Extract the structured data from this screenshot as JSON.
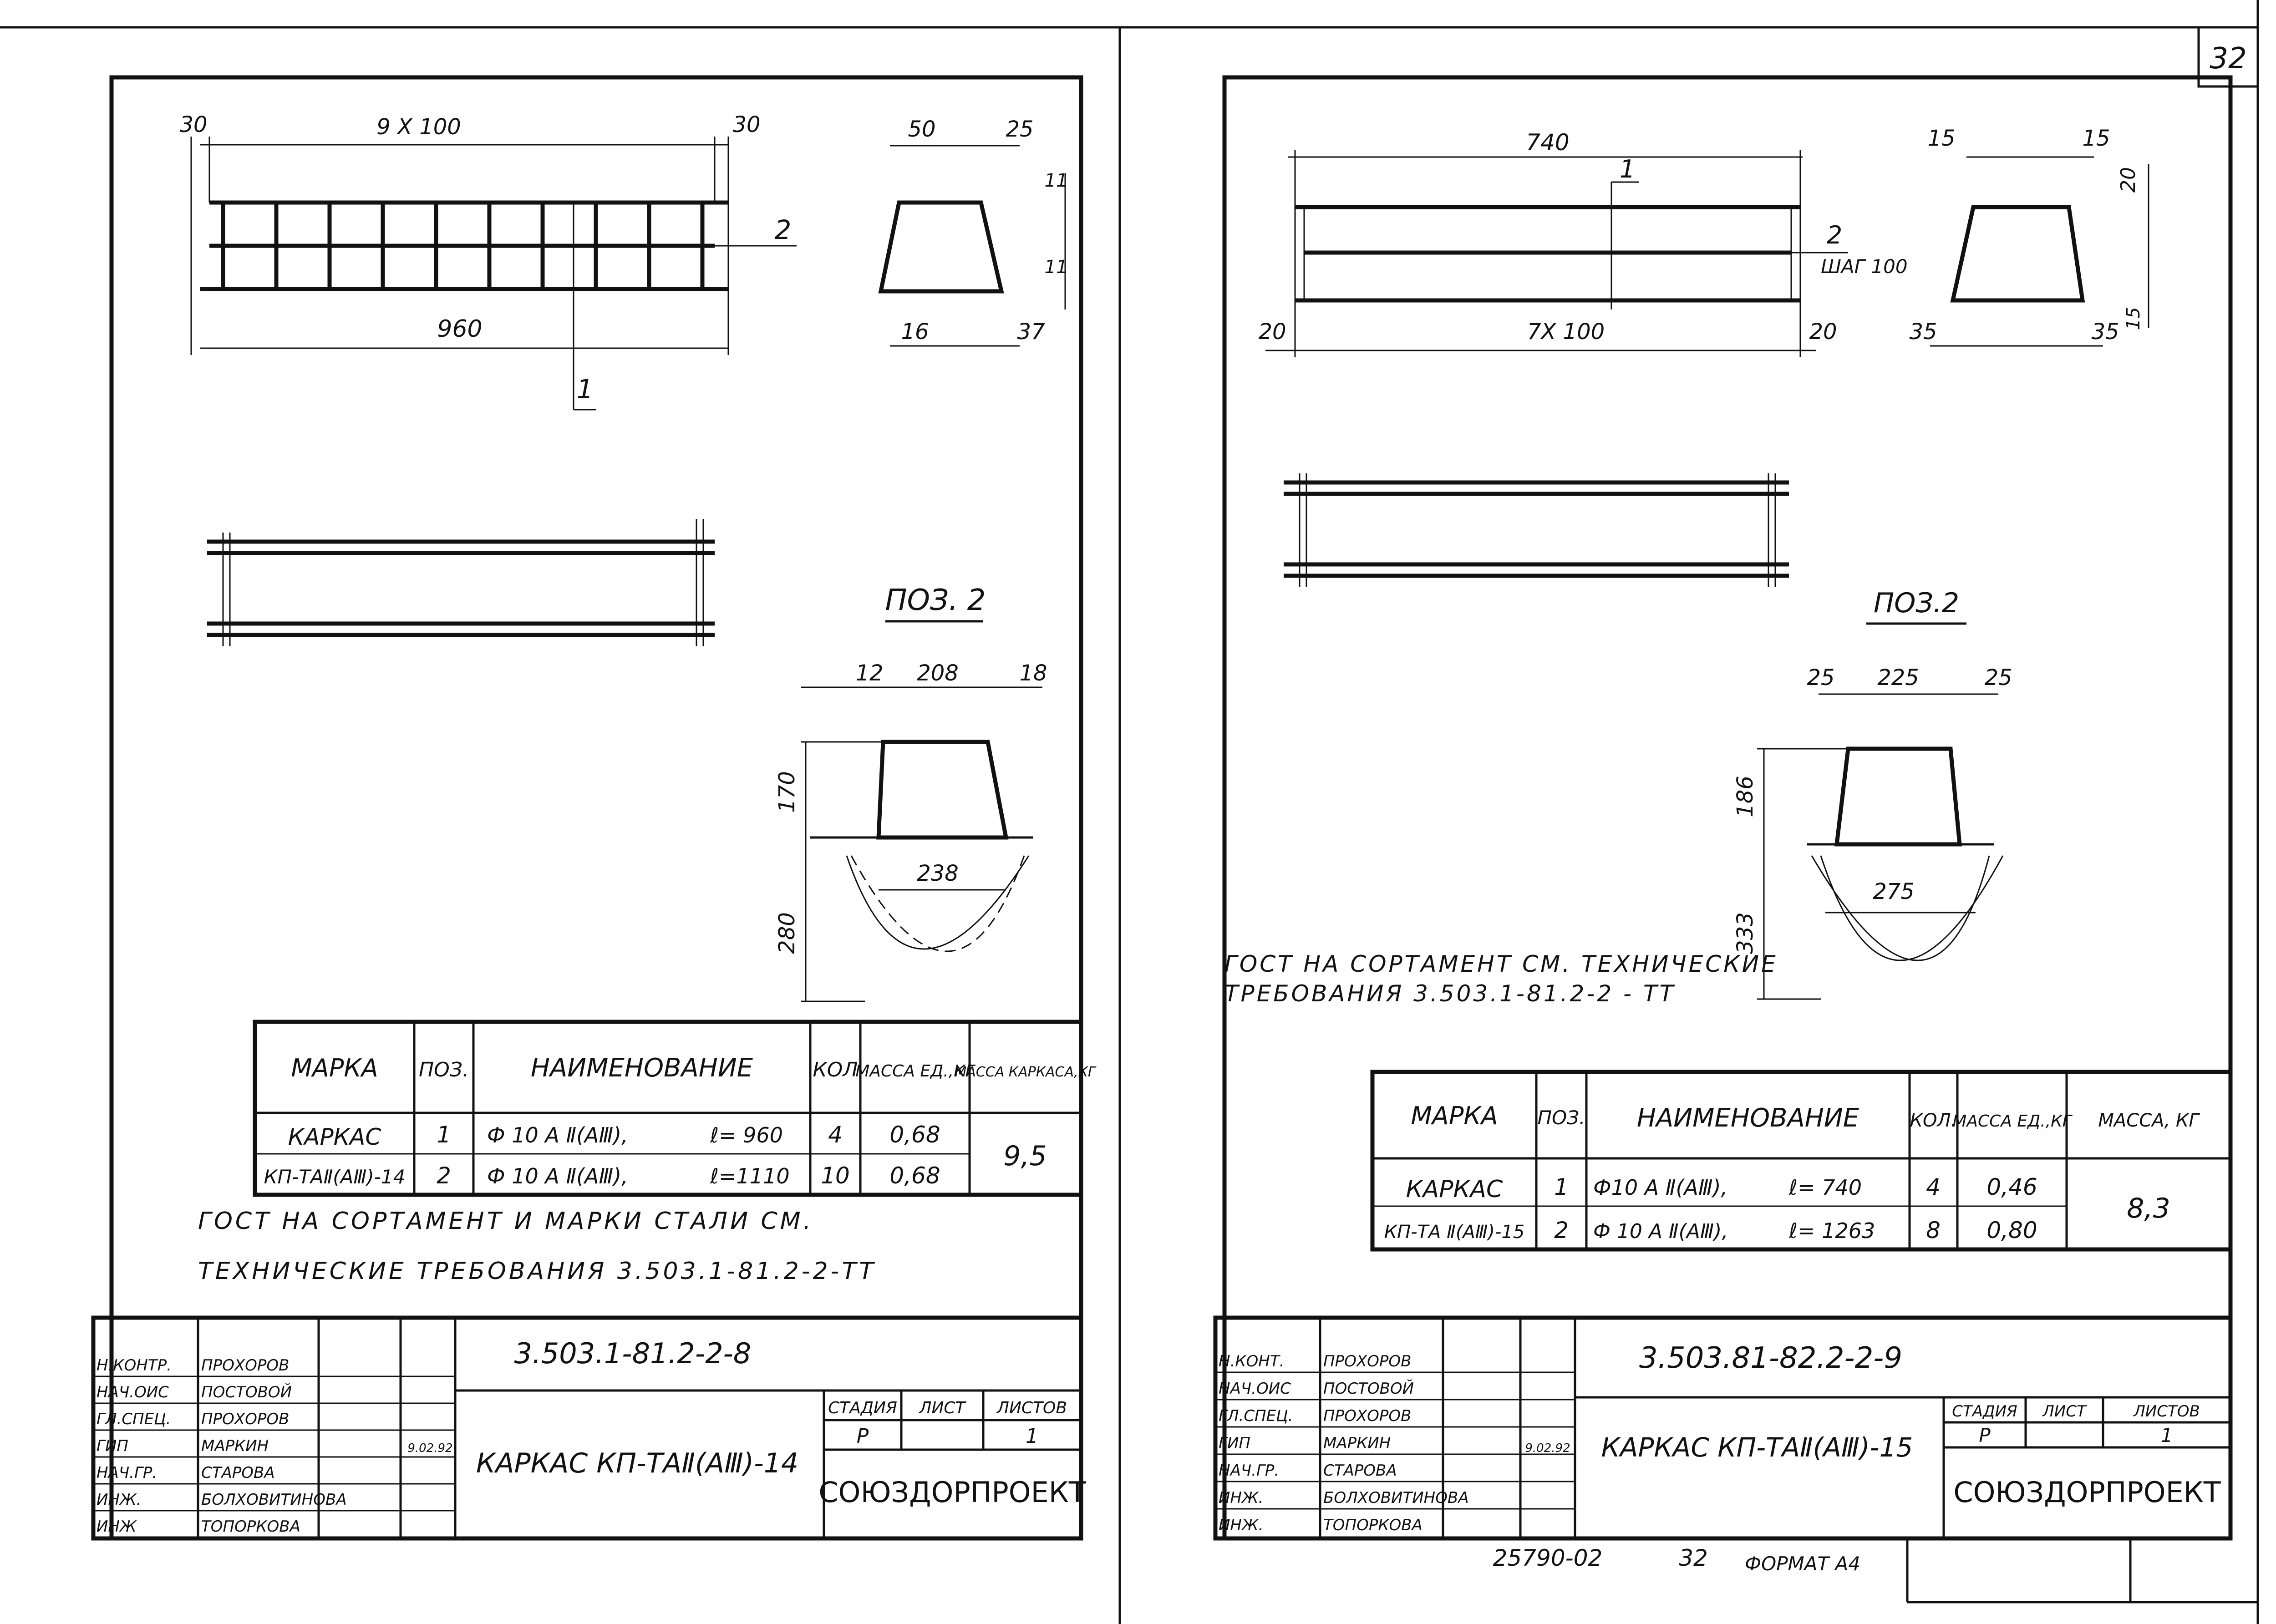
{
  "page_number": "32",
  "left": {
    "dims": {
      "d30a": "30",
      "d9x100": "9 X 100",
      "d30b": "30",
      "d960": "960",
      "d50": "50",
      "d25": "25",
      "d11a": "11",
      "d11b": "11",
      "d16": "16",
      "d37": "37",
      "pos1": "1",
      "pos2": "2"
    },
    "poz_title": "ПОЗ. 2",
    "poz_dims": {
      "d12": "12",
      "d208": "208",
      "d18": "18",
      "d170": "170",
      "d238": "238",
      "d280": "280"
    },
    "table": {
      "headers": [
        "МАРКА",
        "ПОЗ.",
        "НАИМЕНОВАНИЕ",
        "КОЛ",
        "МАССА ЕД.,КГ",
        "МАССА КАРКАСА,КГ"
      ],
      "mark_line1": "КАРКАС",
      "mark_line2": "КП-ТАⅡ(АⅢ)-14",
      "rows": [
        {
          "pos": "1",
          "name": "Ф 10 А Ⅱ(АⅢ),",
          "len": "ℓ= 960",
          "qty": "4",
          "mass": "0,68"
        },
        {
          "pos": "2",
          "name": "Ф 10 А Ⅱ(АⅢ),",
          "len": "ℓ=1110",
          "qty": "10",
          "mass": "0,68"
        }
      ],
      "total": "9,5"
    },
    "note_line1": "ГОСТ НА СОРТАМЕНТ И МАРКИ СТАЛИ СМ.",
    "note_line2": "ТЕХНИЧЕСКИЕ ТРЕБОВАНИЯ 3.503.1-81.2-2-ТТ",
    "stamp": {
      "roles": [
        "Н.КОНТР.",
        "НАЧ.ОИС",
        "ГЛ.СПЕЦ.",
        "ГИП",
        "НАЧ.ГР.",
        "ИНЖ.",
        "ИНЖ"
      ],
      "names": [
        "ПРОХОРОВ",
        "ПОСТОВОЙ",
        "ПРОХОРОВ",
        "МАРКИН",
        "СТАРОВА",
        "БОЛХОВИТИНОВА",
        "ТОПОРКОВА"
      ],
      "date": "9.02.92",
      "code": "3.503.1-81.2-2-8",
      "title": "КАРКАС КП-ТАⅡ(АⅢ)-14",
      "stage_h": "СТАДИЯ",
      "sheet_h": "ЛИСТ",
      "sheets_h": "ЛИСТОВ",
      "stage": "Р",
      "sheets": "1",
      "org": "СОЮЗДОРПРОЕКТ"
    }
  },
  "right": {
    "dims": {
      "d740": "740",
      "pos1": "1",
      "pos2": "2",
      "step": "ШАГ 100",
      "d20a": "20",
      "d7x100": "7Х 100",
      "d20b": "20",
      "d15a": "15",
      "d15b": "15",
      "d20c": "20",
      "d35a": "35",
      "d35b": "35",
      "d15c": "15"
    },
    "poz_title": "ПОЗ.2",
    "poz_dims": {
      "d25a": "25",
      "d225": "225",
      "d25b": "25",
      "d186": "186",
      "d275": "275",
      "d333": "333"
    },
    "note_line1": "ГОСТ НА СОРТАМЕНТ СМ. ТЕХНИЧЕСКИЕ",
    "note_line2": "ТРЕБОВАНИЯ 3.503.1-81.2-2 - ТТ",
    "table": {
      "headers": [
        "МАРКА",
        "ПОЗ.",
        "НАИМЕНОВАНИЕ",
        "КОЛ.",
        "МАССА ЕД.,КГ",
        "МАССА, КГ"
      ],
      "mark_line1": "КАРКАС",
      "mark_line2": "КП-ТА Ⅱ(АⅢ)-15",
      "rows": [
        {
          "pos": "1",
          "name": "Ф10 А Ⅱ(АⅢ),",
          "len": "ℓ= 740",
          "qty": "4",
          "mass": "0,46"
        },
        {
          "pos": "2",
          "name": "Ф 10 А Ⅱ(АⅢ),",
          "len": "ℓ= 1263",
          "qty": "8",
          "mass": "0,80"
        }
      ],
      "total": "8,3"
    },
    "stamp": {
      "roles": [
        "Н.КОНТ.",
        "НАЧ.ОИС",
        "ГЛ.СПЕЦ.",
        "ГИП",
        "НАЧ.ГР.",
        "ИНЖ.",
        "ИНЖ."
      ],
      "names": [
        "ПРОХОРОВ",
        "ПОСТОВОЙ",
        "ПРОХОРОВ",
        "МАРКИН",
        "СТАРОВА",
        "БОЛХОВИТИНОВА",
        "ТОПОРКОВА"
      ],
      "date": "9.02.92",
      "code": "3.503.81-82.2-2-9",
      "title": "КАРКАС КП-ТАⅡ(АⅢ)-15",
      "stage_h": "СТАДИЯ",
      "sheet_h": "ЛИСТ",
      "sheets_h": "ЛИСТОВ",
      "stage": "Р",
      "sheets": "1",
      "org": "СОЮЗДОРПРОЕКТ"
    }
  },
  "footer": {
    "inv": "25790-02",
    "num": "32",
    "format": "ФОРМАТ А4"
  }
}
